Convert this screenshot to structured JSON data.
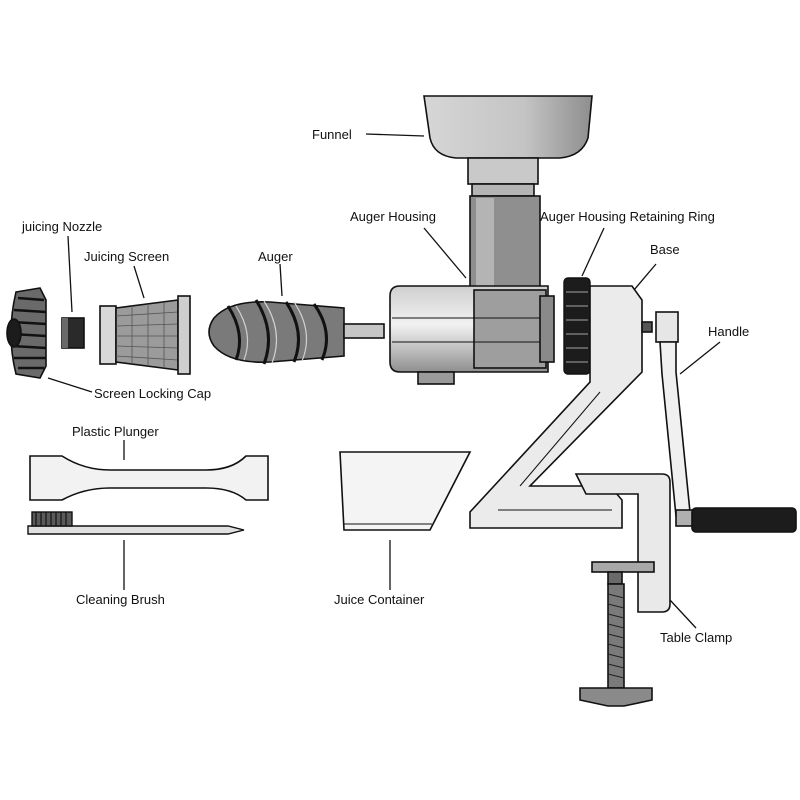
{
  "labels": {
    "funnel": "Funnel",
    "juicing_nozzle": "juicing Nozzle",
    "juicing_screen": "Juicing Screen",
    "auger": "Auger",
    "auger_housing": "Auger Housing",
    "auger_housing_retaining_ring": "Auger Housing Retaining Ring",
    "base": "Base",
    "handle": "Handle",
    "screen_locking_cap": "Screen Locking Cap",
    "plastic_plunger": "Plastic Plunger",
    "cleaning_brush": "Cleaning Brush",
    "juice_container": "Juice Container",
    "table_clamp": "Table Clamp"
  },
  "colors": {
    "line": "#111111",
    "metal_light": "#dedede",
    "metal_mid": "#a9a9a9",
    "metal_dark": "#4a4a4a",
    "black_part": "#1c1c1c"
  }
}
